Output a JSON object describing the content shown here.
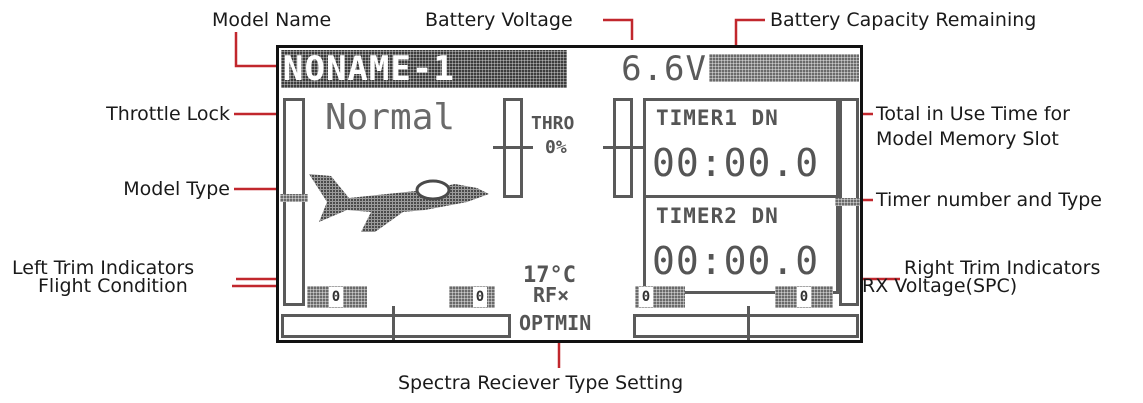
{
  "callouts": {
    "model_name": "Model Name",
    "battery_voltage": "Battery Voltage",
    "battery_capacity": "Battery Capacity Remaining",
    "throttle_lock": "Throttle Lock",
    "total_time_line1": "Total in Use Time for",
    "total_time_line2": "Model Memory Slot",
    "model_type": "Model Type",
    "timer_number": "Timer number and Type",
    "left_trim": "Left Trim Indicators",
    "right_trim": "Right Trim Indicators",
    "flight_condition": "Flight Condition",
    "rx_voltage": "RX Voltage(SPC)",
    "spectra": "Spectra Reciever Type Setting"
  },
  "lcd": {
    "model_name": "NONAME-1",
    "voltage": "6.6V",
    "mode": "Normal",
    "throttle_label": "THRO",
    "throttle_value": "0%",
    "timer1_title": "TIMER1 DN",
    "timer1_time": "00:00.0",
    "timer2_title": "TIMER2 DN",
    "timer2_time": "00:00.0",
    "temperature": "17°C",
    "rf_status": "RF×",
    "rx_type": "OPTMIN",
    "trim_left_1": "0",
    "trim_left_2": "0",
    "trim_right_1": "0",
    "trim_right_2": "0"
  },
  "colors": {
    "leader_line": "#c1272d",
    "lcd_frame": "#111111",
    "lcd_pixel": "#5a5a5a",
    "label_text": "#1a1a1a"
  },
  "icons": {
    "model_type": "airplane-icon"
  }
}
